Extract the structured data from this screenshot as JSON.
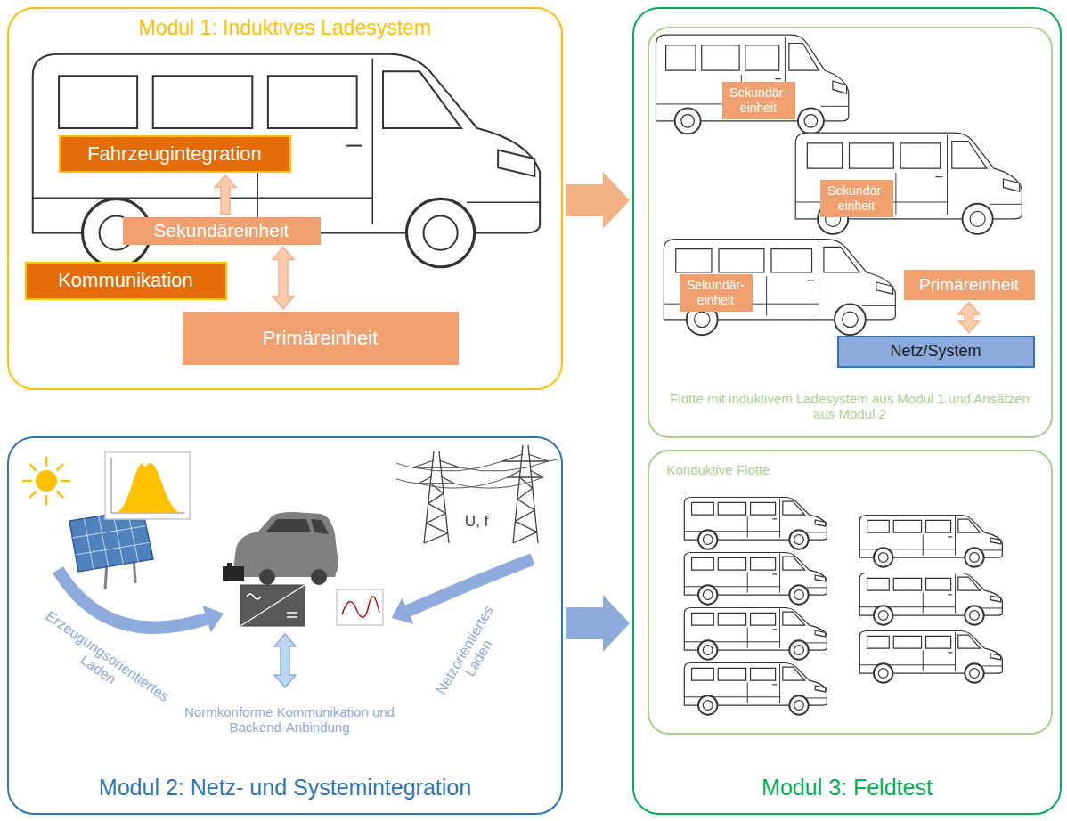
{
  "diagram": {
    "nodes": [
      {
        "text": [
          "Modul 1: Induktives Ladesystem"
        ]
      },
      {
        "text": [
          "Fahrzeugintegration"
        ],
        "in": 0
      },
      {
        "text": [
          "Sekundäreinheit"
        ],
        "in": 0
      },
      {
        "text": [
          "Kommunikation"
        ],
        "in": 0
      },
      {
        "text": [
          "Primäreinheit"
        ],
        "in": 0
      },
      {
        "text": [
          "Modul 2: Netz- und Systemintegration"
        ]
      },
      {
        "text": [
          "Modul 3: Feldtest"
        ]
      },
      {
        "text": [
          "Flotte mit induktivem Ladesystem aus Modul 1 und Ansätzen aus Modul 2"
        ],
        "in": 6
      },
      {
        "text": [
          "Sekundär- einheit"
        ],
        "in": 7
      },
      {
        "text": [
          "Sekundär- einheit"
        ],
        "in": 7
      },
      {
        "text": [
          "Sekundär- einheit"
        ],
        "in": 7
      },
      {
        "text": [
          "Primäreinheit"
        ],
        "in": 7
      },
      {
        "text": [
          "Netz/System"
        ],
        "in": 7
      },
      {
        "text": [
          "Konduktive Flotte"
        ],
        "in": 6
      }
    ],
    "edges": [
      {
        "from": 2,
        "to": 1,
        "arrow": "to"
      },
      {
        "from": 2,
        "to": 4,
        "arrow": "both"
      },
      {
        "from": 11,
        "to": 12,
        "arrow": "both"
      },
      {
        "from": 0,
        "to": 6,
        "arrow": "to"
      },
      {
        "from": 5,
        "to": 6,
        "arrow": "to"
      }
    ],
    "labels": [
      "U, f",
      "Erzeugungsorientiertes Laden",
      "Netzorientiertes Laden",
      "Normkonforme Kommunikation und Backend-Anbindung"
    ]
  }
}
